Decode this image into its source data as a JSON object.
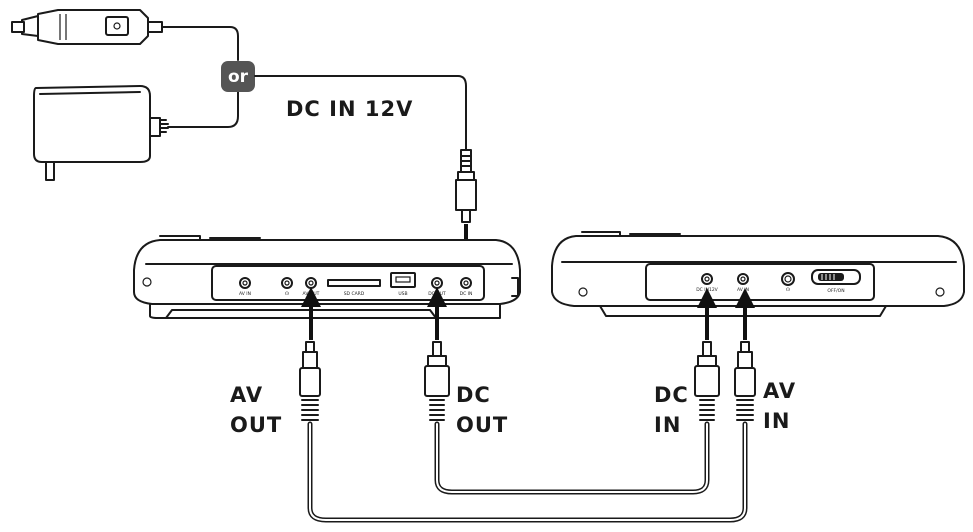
{
  "labels": {
    "or": "or",
    "dc_in_12v": "DC IN 12V",
    "av_out_1": "AV",
    "av_out_2": "OUT",
    "dc_out_1": "DC",
    "dc_out_2": "OUT",
    "dc_in_1": "DC",
    "dc_in_2": "IN",
    "av_in_1": "AV",
    "av_in_2": "IN"
  },
  "left_unit_ports": {
    "av_in": "AV IN",
    "phones": "☊",
    "av_out": "AV OUT",
    "sd_card": "SD CARD",
    "usb": "USB",
    "dc_out": "DC OUT",
    "dc_in": "DC IN"
  },
  "right_unit_ports": {
    "dc_in_12v": "DC IN12V",
    "av_in": "AV IN",
    "phones": "☊",
    "off_on": "OFF/ON"
  },
  "colors": {
    "line": "#1a1a1a",
    "or_badge": "#555555",
    "background": "#ffffff"
  }
}
